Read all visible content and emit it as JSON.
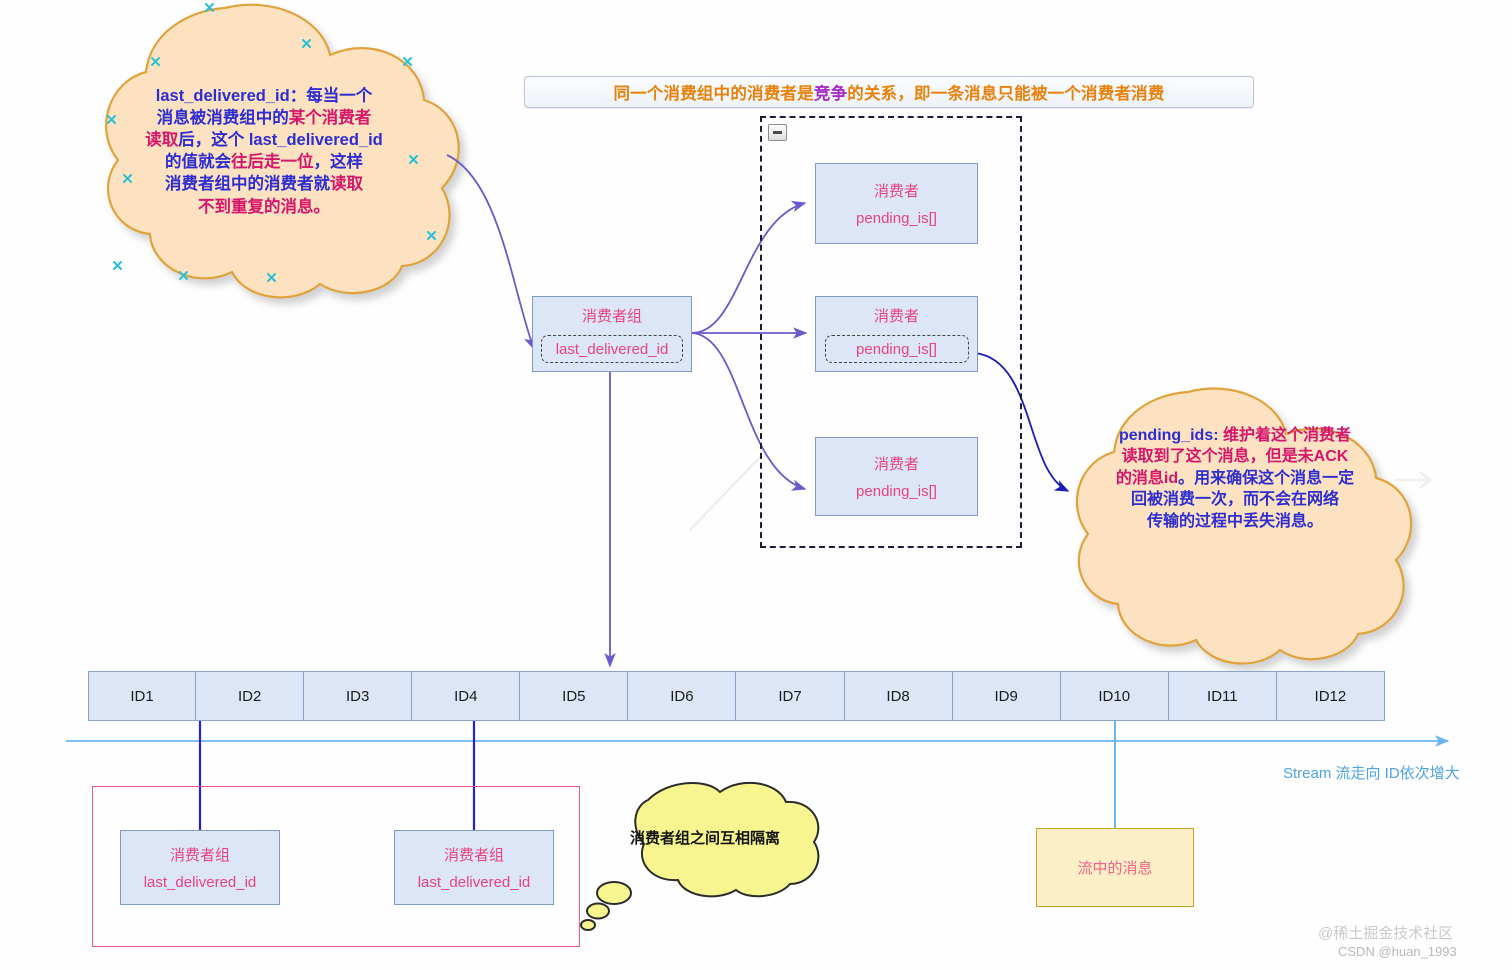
{
  "banner": {
    "pre": "同一个消费组中的消费者是",
    "highlight": "竞争",
    "post": "的关系，即一条消息只能被一个消费者消费"
  },
  "left_cloud": {
    "name": "last-delivered-id-note",
    "lines": [
      [
        {
          "t": "last_delivered_id",
          "c": "blue-bold"
        },
        {
          "t": "：每当一个",
          "c": "blue"
        }
      ],
      [
        {
          "t": "消息被消费组中的",
          "c": "blue"
        },
        {
          "t": "某个消费者",
          "c": "pink"
        }
      ],
      [
        {
          "t": "读取",
          "c": "pink"
        },
        {
          "t": "后，这个 last_delivered_id",
          "c": "blue"
        }
      ],
      [
        {
          "t": "的值就会",
          "c": "blue"
        },
        {
          "t": "往后走一位",
          "c": "pink"
        },
        {
          "t": "，这样",
          "c": "blue"
        }
      ],
      [
        {
          "t": "消费者组中的消费者就",
          "c": "blue"
        },
        {
          "t": "读取",
          "c": "pink"
        }
      ],
      [
        {
          "t": "不到重复的消息。",
          "c": "pink"
        }
      ]
    ],
    "plain": "last_delivered_id：每当一个消息被消费组中的某个消费者读取后，这个 last_delivered_id 的值就会往后走一位，这样消费者组中的消费者就读取不到重复的消息。"
  },
  "right_cloud": {
    "name": "pending-ids-note",
    "lines": [
      [
        {
          "t": "pending_ids",
          "c": "blue-bold"
        },
        {
          "t": ": ",
          "c": "blue"
        },
        {
          "t": "维护着这个消费者",
          "c": "pink"
        }
      ],
      [
        {
          "t": "读取到了这个消息，但是未ACK",
          "c": "pink"
        }
      ],
      [
        {
          "t": "的消息id",
          "c": "pink"
        },
        {
          "t": "。用来确保这个消息一定",
          "c": "blue"
        }
      ],
      [
        {
          "t": "回被消费一次，而不会在网络",
          "c": "blue"
        }
      ],
      [
        {
          "t": "传输的过程中丢失消息。",
          "c": "blue"
        }
      ]
    ],
    "plain": "pending_ids: 维护着这个消费者读取到了这个消息，但是未ACK的消息id。用来确保这个消息一定回被消费一次，而不会在网络传输的过程中丢失消息。"
  },
  "consumer_group": {
    "title": "消费者组",
    "field": "last_delivered_id"
  },
  "consumers": [
    {
      "title": "消费者",
      "field": "pending_is[]",
      "dashed_field": false
    },
    {
      "title": "消费者",
      "field": "pending_is[]",
      "dashed_field": true
    },
    {
      "title": "消费者",
      "field": "pending_is[]",
      "dashed_field": false
    }
  ],
  "stream": {
    "cells": [
      "ID1",
      "ID2",
      "ID3",
      "ID4",
      "ID5",
      "ID6",
      "ID7",
      "ID8",
      "ID9",
      "ID10",
      "ID11",
      "ID12"
    ],
    "axis_label": "Stream 流走向   ID依次增大"
  },
  "bottom_groups": [
    {
      "title": "消费者组",
      "field": "last_delivered_id"
    },
    {
      "title": "消费者组",
      "field": "last_delivered_id"
    }
  ],
  "thought_bubble": {
    "text": "消费者组之间互相隔离"
  },
  "message_box": {
    "label": "流中的消息"
  },
  "watermark": {
    "line1": "@稀土掘金技术社区",
    "line2": "CSDN @huan_1993"
  },
  "colors": {
    "cloud_fill": "#fce2c0",
    "cloud_stroke": "#e0a33a",
    "box_fill": "#dce6f7",
    "box_stroke": "#7f9dc4",
    "pink_text": "#e8437f",
    "blue_text": "#2d2dd0",
    "magenta_text": "#d6156b",
    "banner_text": "#e8820c",
    "banner_hl": "#a626c7",
    "arrow_purple": "#6a5acd",
    "arrow_blue": "#2323cc",
    "arrow_darkblue": "#1a1ab8",
    "stream_axis": "#6cb6ef",
    "pink_rect": "#f0559a",
    "orange_box_fill": "#fcefc8",
    "orange_box_stroke": "#c9a227",
    "bubble_fill": "#f7f58f",
    "bubble_stroke": "#2b2b2b"
  },
  "icons": {
    "collapse": "minus-icon",
    "handle": "x-handle-icon"
  }
}
